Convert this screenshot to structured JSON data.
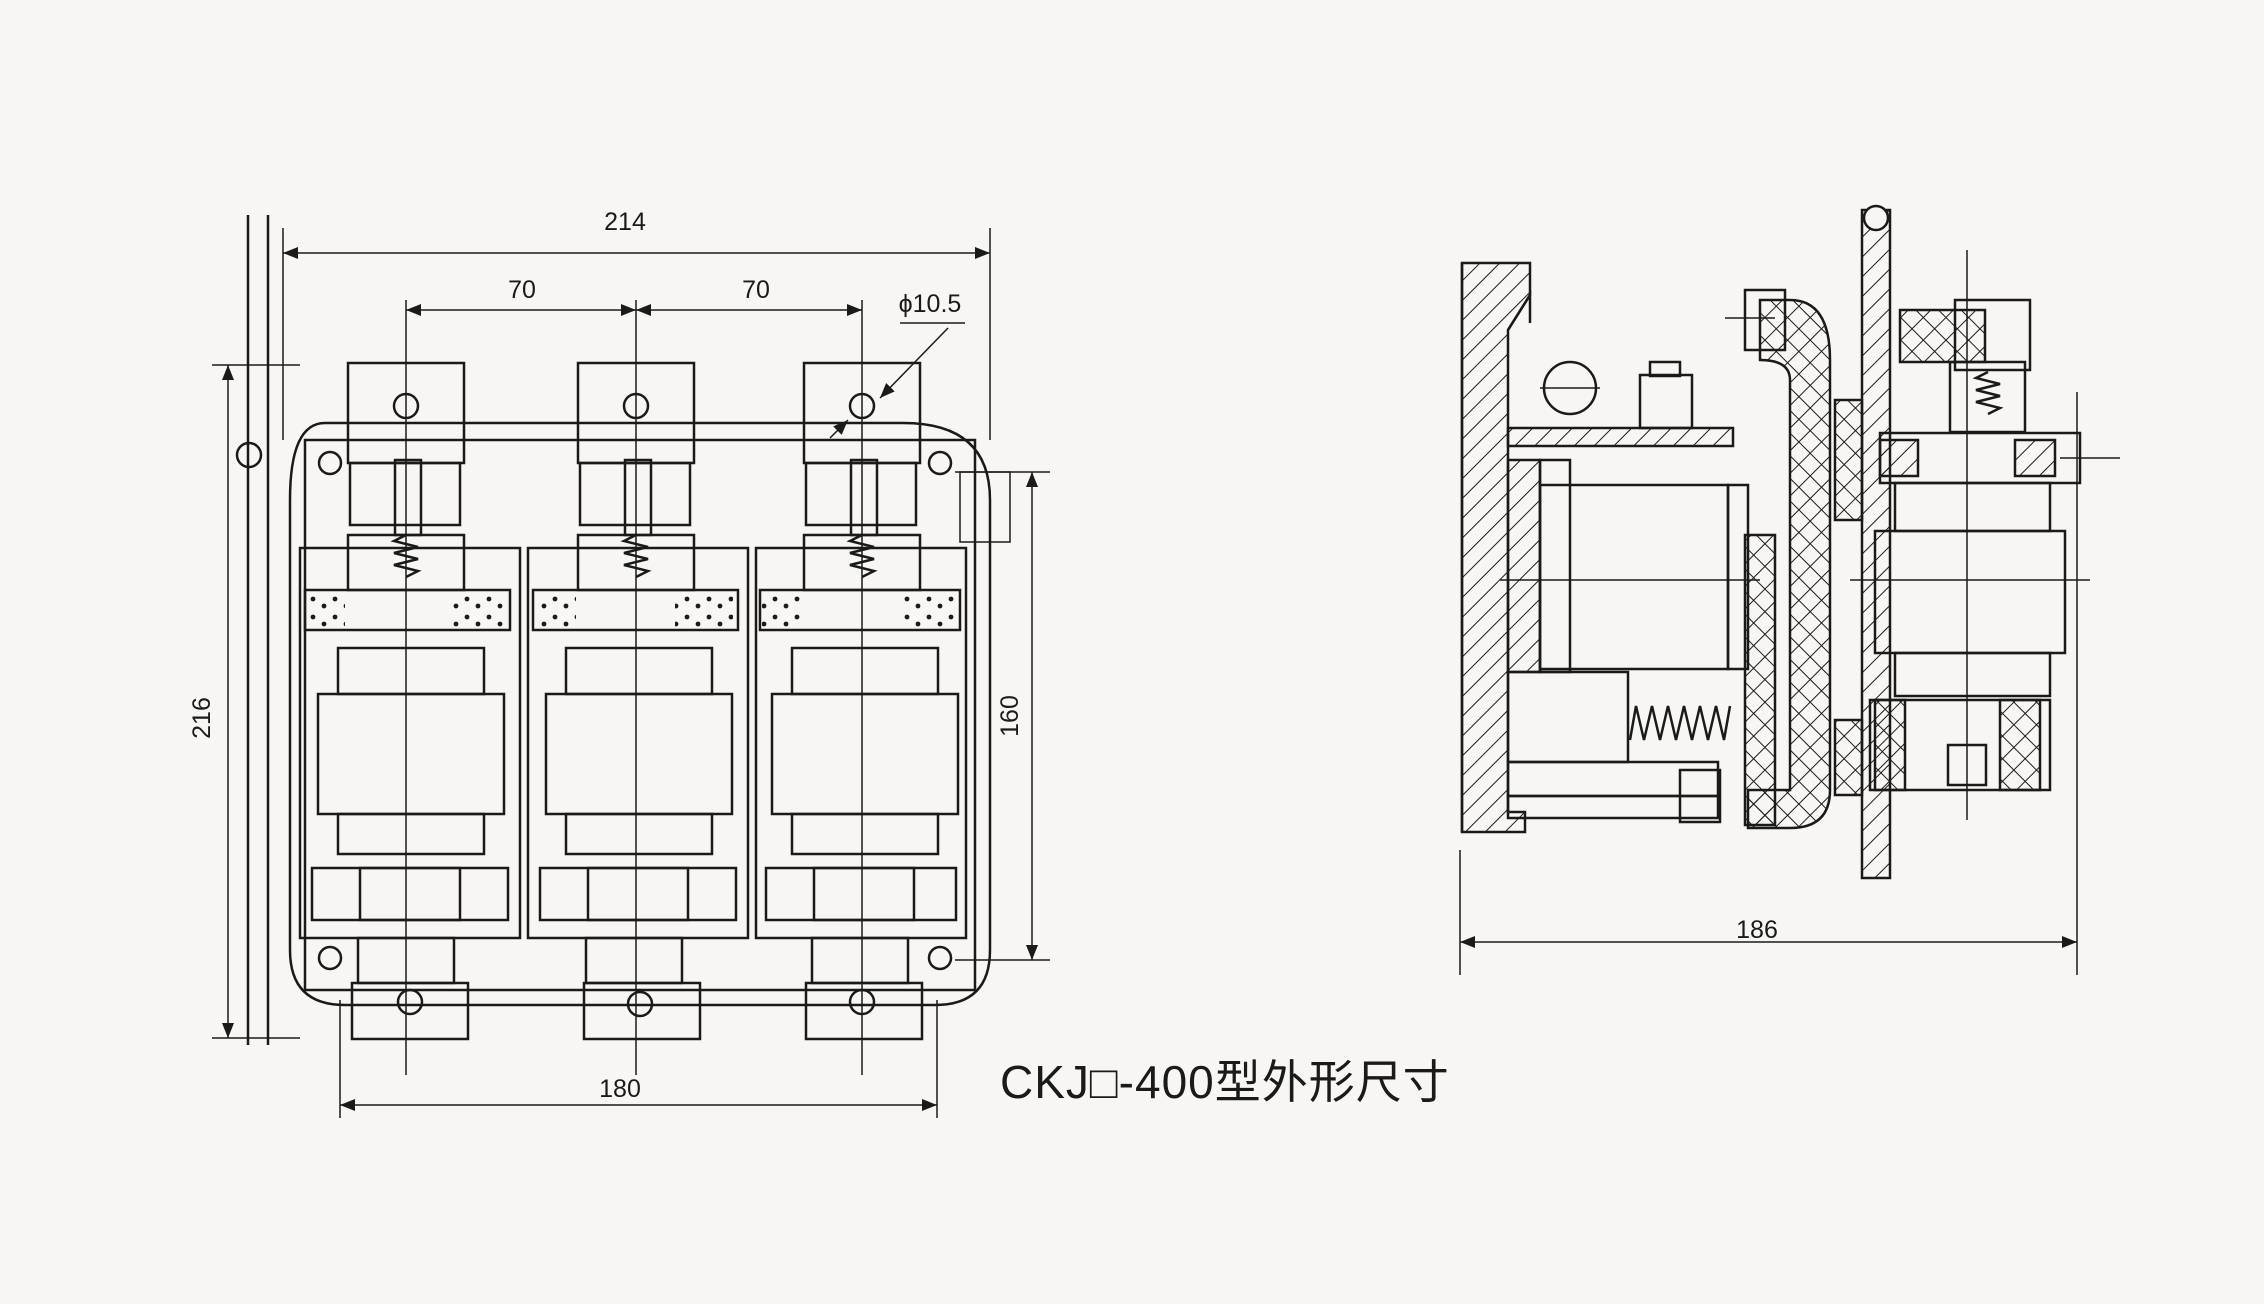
{
  "front_view": {
    "overall_width": "214",
    "pitch_left": "70",
    "pitch_right": "70",
    "hole_diameter": "ϕ10.5",
    "height": "216",
    "mount_height": "160",
    "base_width": "180"
  },
  "side_view": {
    "depth": "186"
  },
  "caption": "CKJ□-400型外形尺寸",
  "colors": {
    "line": "#1a1a1a",
    "paper": "#f7f6f3"
  }
}
